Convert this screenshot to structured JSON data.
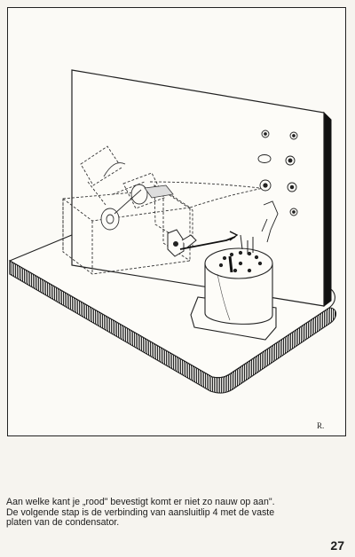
{
  "caption": {
    "line1": "Aan welke kant je „rood\" bevestigt komt er niet zo nauw op aan\".",
    "line2": "De volgende stap is de verbinding van aansluitlip 4 met de vaste",
    "line3": "platen van de condensator."
  },
  "page_number": "27",
  "signature": "R."
}
